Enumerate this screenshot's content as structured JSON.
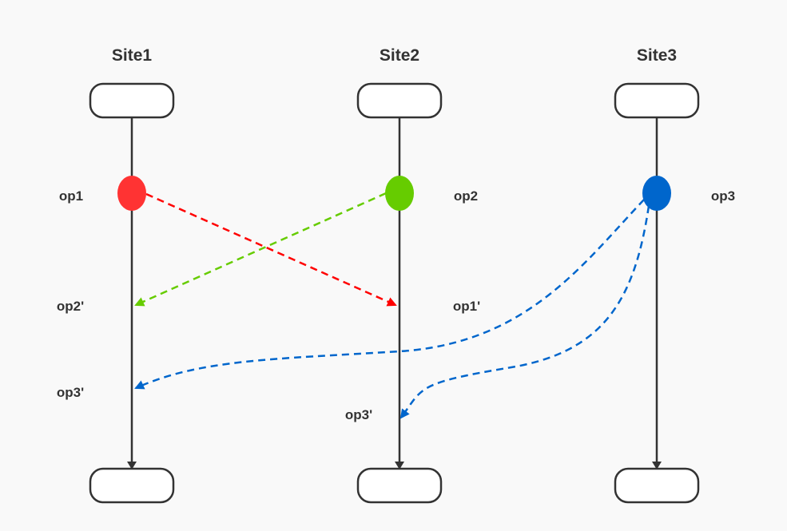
{
  "sites": [
    {
      "title": "Site1"
    },
    {
      "title": "Site2"
    },
    {
      "title": "Site3"
    }
  ],
  "ops": [
    {
      "label": "op1",
      "color": "#ff3333"
    },
    {
      "label": "op2",
      "color": "#66cc00"
    },
    {
      "label": "op3",
      "color": "#0066cc"
    }
  ],
  "received": {
    "site1_op2": "op2'",
    "site2_op1": "op1'",
    "site1_op3": "op3'",
    "site2_op3": "op3'"
  }
}
